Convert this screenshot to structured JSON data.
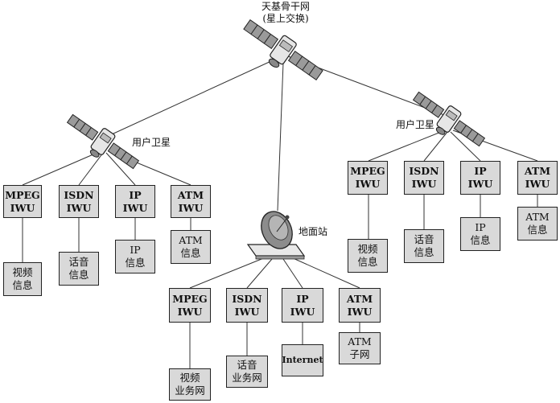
{
  "labels": {
    "backbone": "天基骨干网\n(星上交换)",
    "user_sat_left": "用户卫星",
    "user_sat_right": "用户卫星",
    "ground_station": "地面站"
  },
  "left_group": {
    "iwu": [
      "MPEG\nIWU",
      "ISDN\nIWU",
      "IP\nIWU",
      "ATM\nIWU"
    ],
    "info": [
      "视频\n信息",
      "话音\n信息",
      "IP\n信息",
      "ATM\n信息"
    ]
  },
  "right_group": {
    "iwu": [
      "MPEG\nIWU",
      "ISDN\nIWU",
      "IP\nIWU",
      "ATM\nIWU"
    ],
    "info": [
      "视频\n信息",
      "话音\n信息",
      "IP\n信息",
      "ATM\n信息"
    ]
  },
  "ground_group": {
    "iwu": [
      "MPEG\nIWU",
      "ISDN\nIWU",
      "IP\nIWU",
      "ATM\nIWU"
    ],
    "info": [
      "视频\n业务网",
      "话音\n业务网",
      "Internet",
      "ATM\n子网"
    ]
  }
}
